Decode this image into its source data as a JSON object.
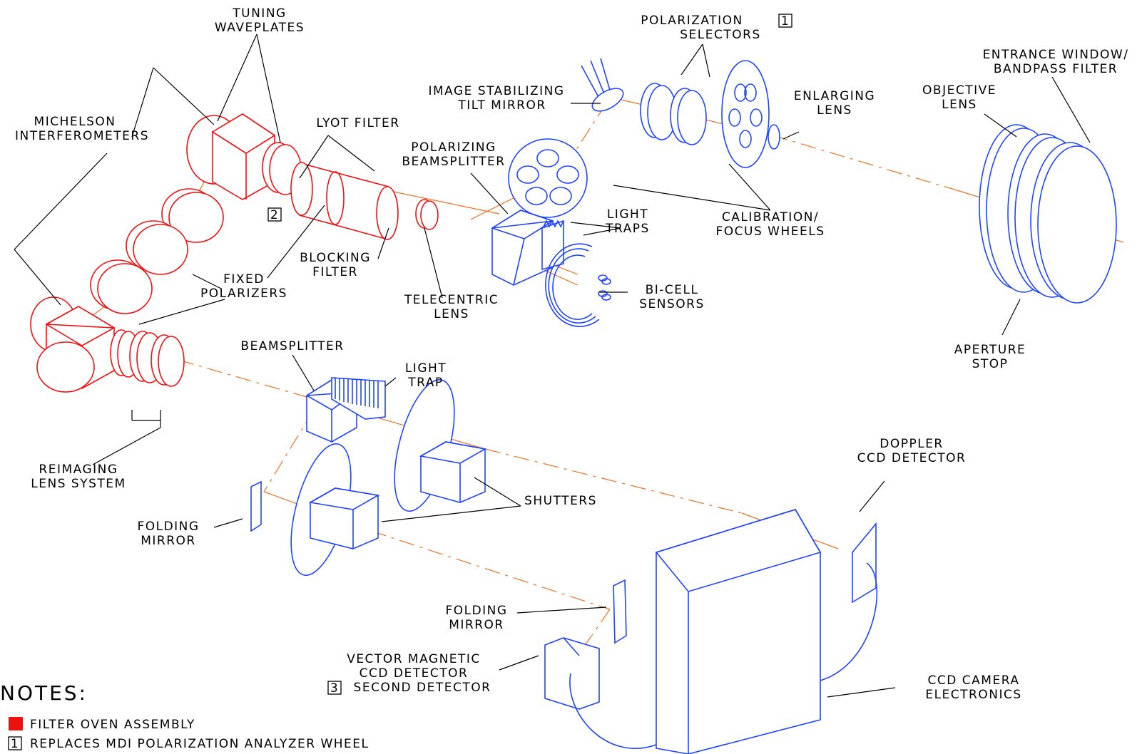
{
  "colors": {
    "filter_oven": "#f01010",
    "components": "#1f45ff",
    "beam": "#f07020",
    "text": "#000000"
  },
  "labels": {
    "tuning_waveplates": [
      "TUNING",
      "WAVEPLATES"
    ],
    "polarization_selectors": [
      "POLARIZATION",
      "SELECTORS"
    ],
    "polarization_selectors_note": "1",
    "entrance_window": [
      "ENTRANCE WINDOW/",
      "BANDPASS FILTER"
    ],
    "image_stabilizing": [
      "IMAGE STABILIZING",
      "TILT MIRROR"
    ],
    "enlarging_lens": [
      "ENLARGING",
      "LENS"
    ],
    "objective_lens": [
      "OBJECTIVE",
      "LENS"
    ],
    "michelson": [
      "MICHELSON",
      "INTERFEROMETERS"
    ],
    "lyot_filter": "LYOT FILTER",
    "polarizing_beamsplitter": [
      "POLARIZING",
      "BEAMSPLITTER"
    ],
    "waveplate_note": "2",
    "light_traps": [
      "LIGHT",
      "TRAPS"
    ],
    "calibration": [
      "CALIBRATION/",
      "FOCUS WHEELS"
    ],
    "blocking_filter": [
      "BLOCKING",
      "FILTER"
    ],
    "fixed_polarizers": [
      "FIXED",
      "POLARIZERS"
    ],
    "telecentric_lens": [
      "TELECENTRIC",
      "LENS"
    ],
    "bicell": [
      "BI-CELL",
      "SENSORS"
    ],
    "aperture_stop": [
      "APERTURE",
      "STOP"
    ],
    "beamsplitter": "BEAMSPLITTER",
    "light_trap": [
      "LIGHT",
      "TRAP"
    ],
    "reimaging": [
      "REIMAGING",
      "LENS SYSTEM"
    ],
    "doppler": [
      "DOPPLER",
      "CCD DETECTOR"
    ],
    "shutters": "SHUTTERS",
    "folding_mirror_1": [
      "FOLDING",
      "MIRROR"
    ],
    "folding_mirror_2": [
      "FOLDING",
      "MIRROR"
    ],
    "vector_magnetic": [
      "VECTOR MAGNETIC",
      "CCD DETECTOR",
      "SECOND DETECTOR"
    ],
    "vector_magnetic_note": "3",
    "ccd_electronics": [
      "CCD CAMERA",
      "ELECTRONICS"
    ]
  },
  "notes": {
    "heading": "NOTES:",
    "items": [
      {
        "marker": "",
        "text": "FILTER OVEN ASSEMBLY"
      },
      {
        "marker": "1",
        "text": "REPLACES MDI POLARIZATION ANALYZER WHEEL"
      }
    ]
  }
}
